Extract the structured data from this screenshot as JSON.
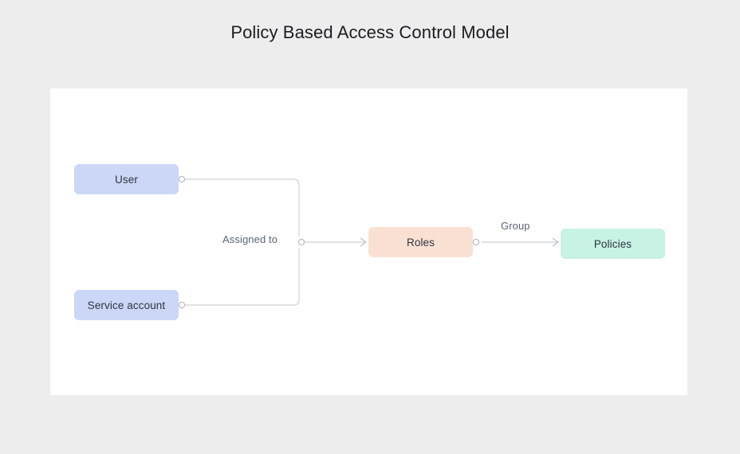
{
  "page": {
    "title": "Policy Based Access Control Model",
    "background_color": "#ededed",
    "canvas_color": "#ffffff"
  },
  "diagram": {
    "type": "flow",
    "nodes": [
      {
        "id": "user",
        "label": "User",
        "fill": "#ccd7f7",
        "text_color": "#2e3440"
      },
      {
        "id": "service-account",
        "label": "Service account",
        "fill": "#ccd7f7",
        "text_color": "#2e3440"
      },
      {
        "id": "roles",
        "label": "Roles",
        "fill": "#fae0d2",
        "text_color": "#2e3440"
      },
      {
        "id": "policies",
        "label": "Policies",
        "fill": "#c8f2e3",
        "text_color": "#2e3440"
      }
    ],
    "edges": [
      {
        "id": "user-to-junction",
        "from": "user",
        "to": "roles",
        "label": ""
      },
      {
        "id": "service-account-to-junction",
        "from": "service-account",
        "to": "roles",
        "label": ""
      },
      {
        "id": "junction-to-roles",
        "from": "user,service-account",
        "to": "roles",
        "label": "Assigned to"
      },
      {
        "id": "roles-to-policies",
        "from": "roles",
        "to": "policies",
        "label": "Group"
      }
    ],
    "edge_labels": {
      "assigned_to": "Assigned to",
      "group": "Group"
    },
    "line_color": "#d6d8dd",
    "port_color": "#b8bcc6"
  }
}
